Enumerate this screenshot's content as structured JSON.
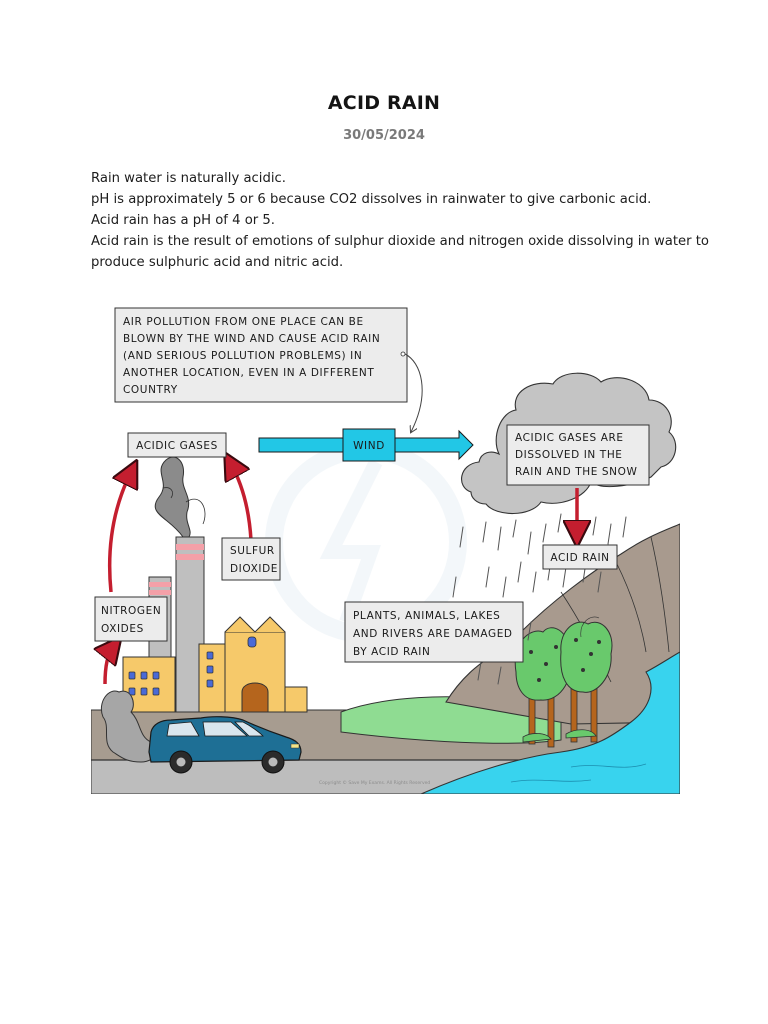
{
  "document": {
    "title": "ACID RAIN",
    "date": "30/05/2024",
    "paragraphs": [
      "Rain water is naturally acidic.",
      "pH is approximately 5 or 6 because CO2 dissolves in rainwater to give carbonic acid.",
      "Acid rain has a pH of 4 or 5.",
      "Acid rain is the result of emotions of sulphur dioxide and nitrogen oxide dissolving in water to",
      "produce sulphuric acid and nitric acid."
    ]
  },
  "diagram": {
    "callout": [
      "AIR POLLUTION FROM ONE PLACE CAN BE",
      "BLOWN BY THE WIND AND CAUSE ACID RAIN",
      "(AND SERIOUS POLLUTION PROBLEMS) IN",
      "ANOTHER LOCATION, EVEN IN A DIFFERENT",
      "COUNTRY"
    ],
    "acidic_gases": "ACIDIC GASES",
    "wind": "WIND",
    "cloud_label": [
      "ACIDIC GASES ARE",
      "DISSOLVED IN THE",
      "RAIN AND THE SNOW"
    ],
    "acid_rain": "ACID RAIN",
    "sulfur_dioxide": [
      "SULFUR",
      "DIOXIDE"
    ],
    "nitrogen_oxides": [
      "NITROGEN",
      "OXIDES"
    ],
    "damage_label": [
      "PLANTS, ANIMALS, LAKES",
      "AND RIVERS ARE DAMAGED",
      "BY ACID RAIN"
    ],
    "copyright": "Copyright © Save My Exams. All Rights Reserved"
  },
  "colors": {
    "arrow_red": "#c41e2f",
    "wind_blue": "#22c7e6",
    "building_yellow": "#f6c96a",
    "car_blue": "#1e6f95",
    "water": "#38d3ee",
    "grass": "#8fdc92",
    "mountain": "#a89a8e",
    "cloud": "#c4c4c4",
    "label_box": "#ececec"
  }
}
